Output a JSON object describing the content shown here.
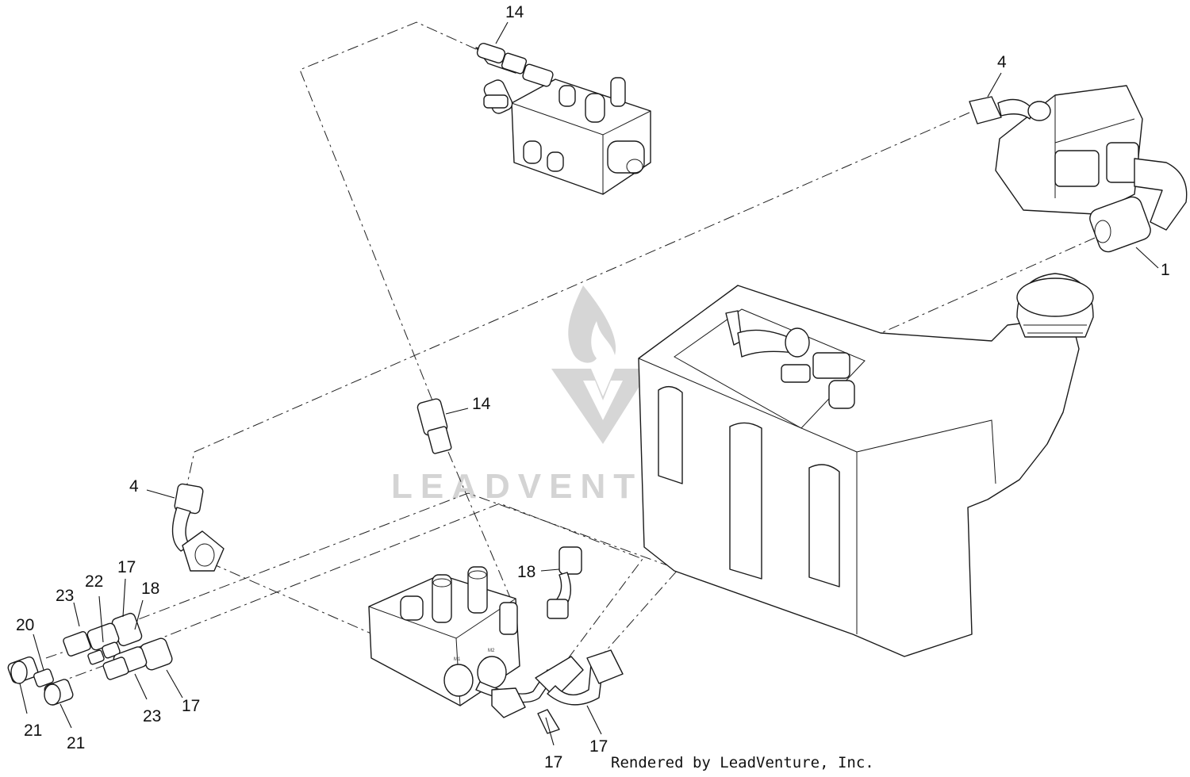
{
  "watermark": {
    "brand_text": "LEADVENTURE"
  },
  "footer": {
    "credit": "Rendered by LeadVenture, Inc."
  },
  "callouts": {
    "c14_top": "14",
    "c14_mid": "14",
    "c4_top": "4",
    "c4_left": "4",
    "c1": "1",
    "c18_right": "18",
    "c18_left": "18",
    "c17_a": "17",
    "c17_b": "17",
    "c17_c": "17",
    "c17_d": "17",
    "c20": "20",
    "c21_a": "21",
    "c21_b": "21",
    "c22": "22",
    "c23_a": "23",
    "c23_b": "23"
  },
  "port_labels": {
    "m1": "M1",
    "m2": "M2"
  },
  "colors": {
    "line": "#1a1a1a",
    "watermark": "#d4d4d4",
    "background": "#ffffff"
  }
}
